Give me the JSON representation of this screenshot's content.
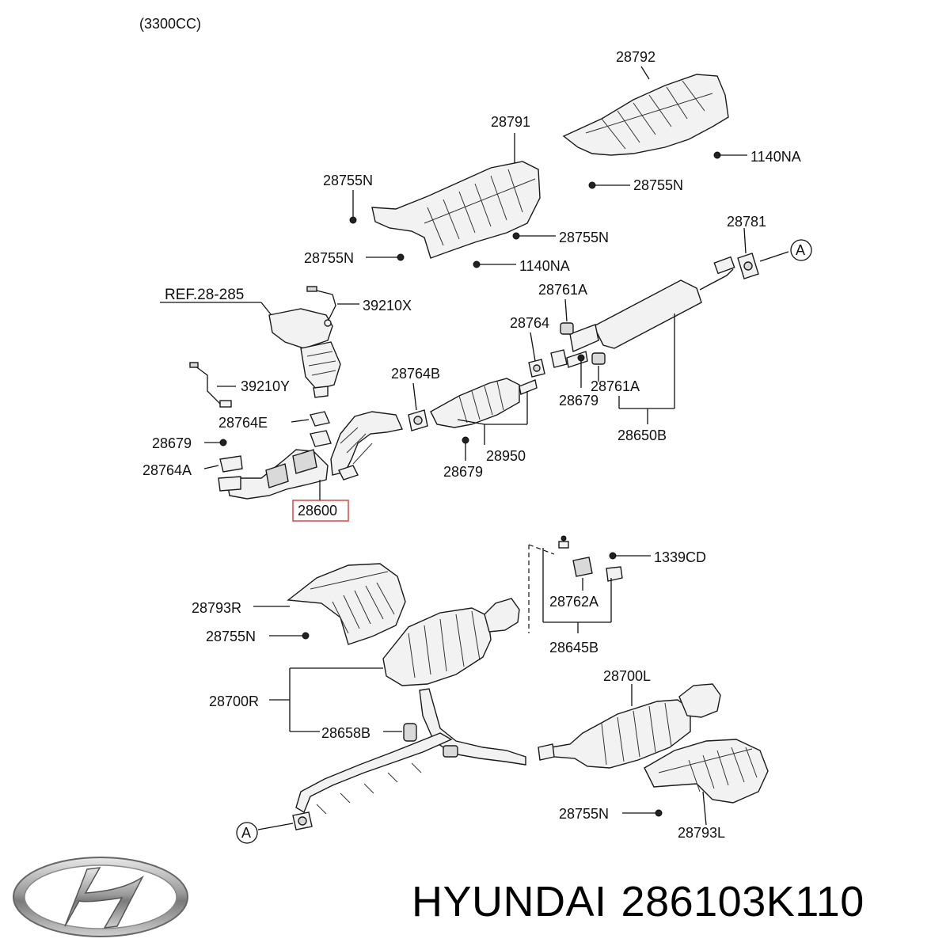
{
  "header": {
    "engine_label": "(3300CC)"
  },
  "callout_a": "A",
  "parts": {
    "p28792": "28792",
    "p28791": "28791",
    "p1140na_top": "1140NA",
    "p28755n_a": "28755N",
    "p28755n_b": "28755N",
    "p28755n_c": "28755N",
    "p28755n_d": "28755N",
    "p1140na_mid": "1140NA",
    "p28781": "28781",
    "ref_28_285": "REF.28-285",
    "p39210x": "39210X",
    "p28761a_top": "28761A",
    "p28764": "28764",
    "p28764b": "28764B",
    "p39210y": "39210Y",
    "p28764e": "28764E",
    "p28679_left": "28679",
    "p28764a": "28764A",
    "p28600": "28600",
    "p28950": "28950",
    "p28679_mid": "28679",
    "p28679_right": "28679",
    "p28761a_bot": "28761A",
    "p28650b": "28650B",
    "p1339cd": "1339CD",
    "p28762a": "28762A",
    "p28645b": "28645B",
    "p28793r": "28793R",
    "p28755n_e": "28755N",
    "p28700r": "28700R",
    "p28658b": "28658B",
    "p28700l": "28700L",
    "p28755n_f": "28755N",
    "p28793l": "28793L"
  },
  "highlight_color": "#d9534f",
  "footer": {
    "brand": "HYUNDAI",
    "part_number": "286103K110"
  },
  "logo": {
    "icon": "hyundai-logo-icon"
  }
}
